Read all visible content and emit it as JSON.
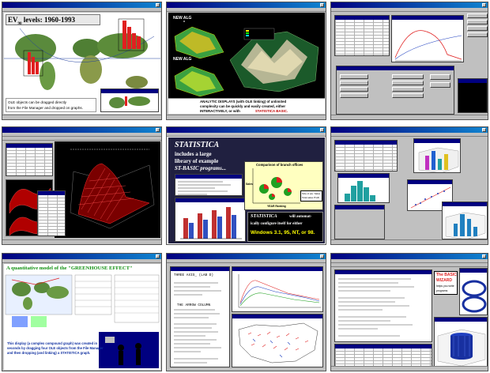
{
  "panel_map": {
    "title": "EV",
    "title_sub": "90",
    "title_rest": " levels:",
    "years": "1960-1993",
    "note_line1": "OLE objects can be dragged directly",
    "note_line2": "from the File Manager and dropped on graphs."
  },
  "panel_surface": {
    "label_top": "NEW ALG",
    "label_bottom": "NEW ALG",
    "banner_line1": "ANALYTIC DISPLAYS (with OLE linking) of unlimited",
    "banner_line2": "complexity can be quickly and easily created, either",
    "banner_line3a": "INTERACTIVELY, or with",
    "banner_line3b": "STATISTICA BASIC."
  },
  "panel_promo": {
    "brand": "STATISTICA",
    "promo_line1": "includes a large",
    "promo_line2": "library of example",
    "promo_line3": "ST-BASIC programs...",
    "chart_title": "Comparison of branch offices",
    "yaxis_label": "Sales",
    "xaxis_label": "YEAR Ranking",
    "legend_a": "Size of pie: Sales",
    "legend_b": "Total sales Profit",
    "tagline_brand": "STATISTICA",
    "tagline_line1": "will automat-",
    "tagline_line2": "ically configure itself for either",
    "tagline_line3": "Windows 3.1, 95, NT, or 98."
  },
  "panel_greenhouse": {
    "heading": "A quantitative model of the \"GREENHOUSE EFFECT\"",
    "caption_line1": "This display (a complex compound graph) was created in",
    "caption_line2": "seconds by dragging four OLE objects from the File Manager",
    "caption_line3": "and then dropping (and linking) a STATISTICA graph."
  },
  "panel_code": {
    "code_head": "THREE AXIS_ (LAB D)",
    "code_sub": "THE ARROW COLUMN"
  },
  "panel_wizard": {
    "badge_line1": "The BASIC",
    "badge_line2": "WIZARD",
    "badge_line3": "helps you write",
    "badge_line4": "programs"
  },
  "colors": {
    "titlebar": "#000080",
    "window_face": "#c0c0c0",
    "dark_canvas": "#000000",
    "accent_red": "#e02020",
    "accent_yellow": "#ffff00"
  }
}
